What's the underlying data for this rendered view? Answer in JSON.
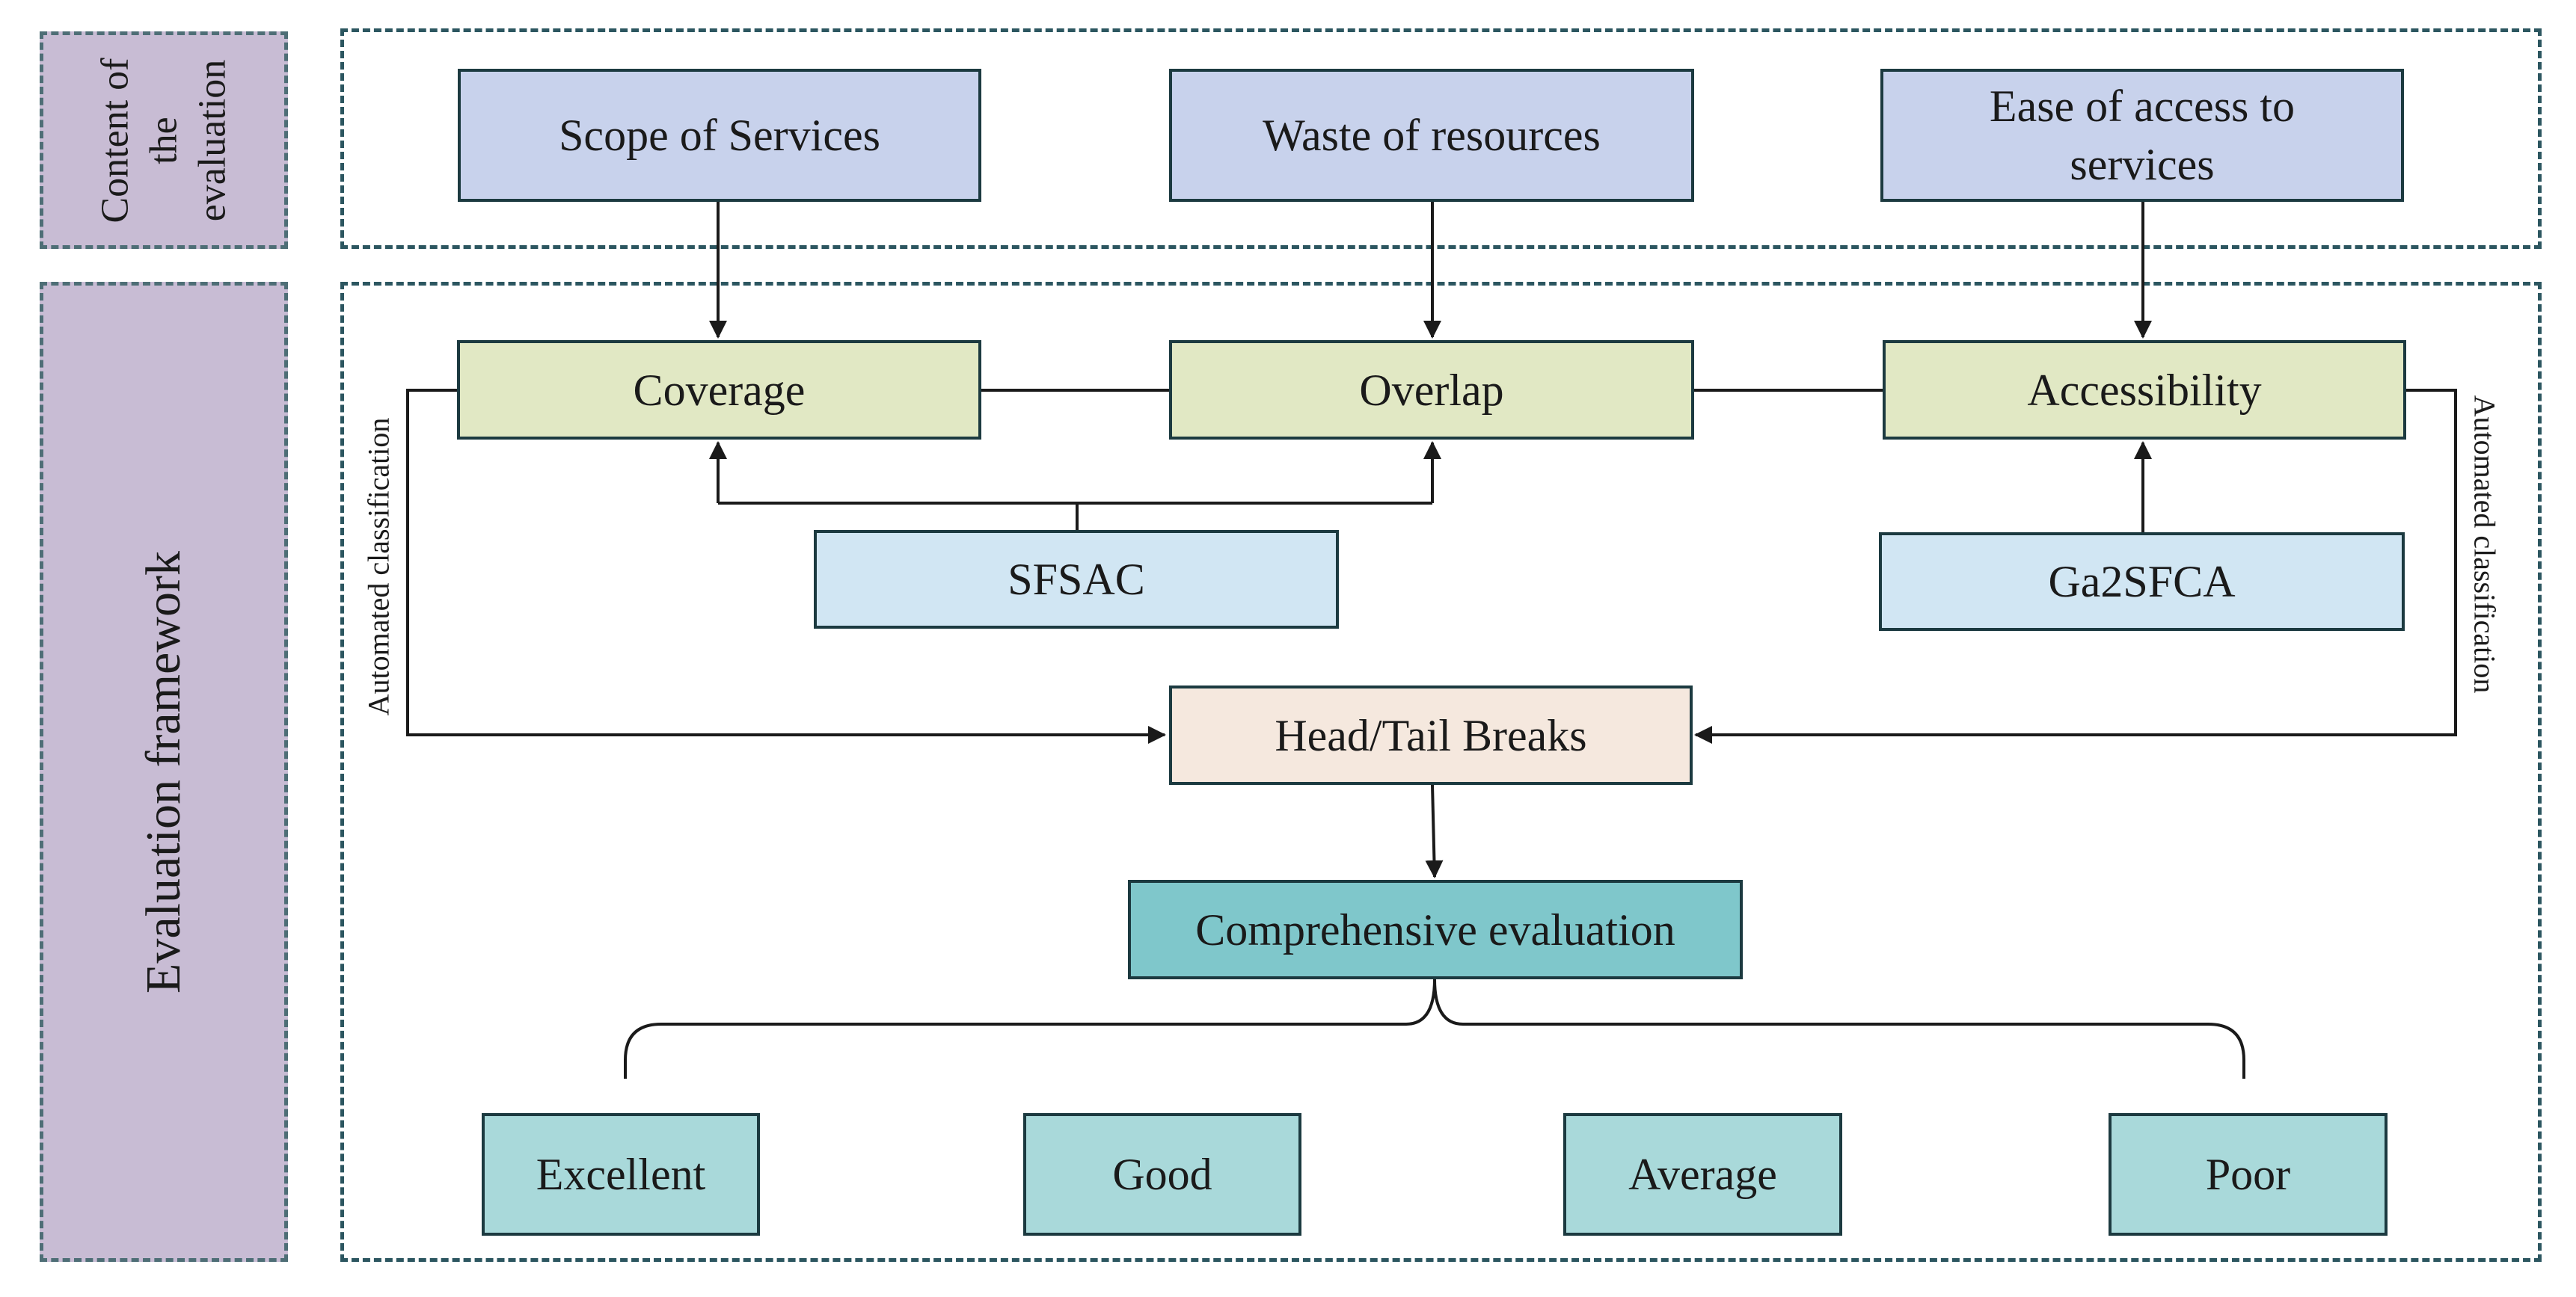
{
  "side_labels": {
    "content": "Content of the evaluation",
    "framework": "Evaluation framework"
  },
  "evaluation_content": {
    "scope": "Scope of Services",
    "waste": "Waste of resources",
    "ease": "Ease of access to services"
  },
  "indicators": {
    "coverage": "Coverage",
    "overlap": "Overlap",
    "accessibility": "Accessibility"
  },
  "methods": {
    "sfsac": "SFSAC",
    "ga2sfca": "Ga2SFCA"
  },
  "classification": {
    "left_label": "Automated  classification",
    "right_label": "Automated  classification",
    "breaks": "Head/Tail Breaks"
  },
  "comprehensive": "Comprehensive evaluation",
  "grades": [
    "Excellent",
    "Good",
    "Average",
    "Poor"
  ],
  "colors": {
    "content_box": "#c8d2ec",
    "indicator_box": "#e1e8c4",
    "method_box": "#d1e6f3",
    "breaks_box": "#f5e8de",
    "comprehensive_box": "#7fc7cb",
    "grade_box": "#a9d9da",
    "side_panel": "#c8bcd4",
    "dashed_border": "#2c5660"
  }
}
